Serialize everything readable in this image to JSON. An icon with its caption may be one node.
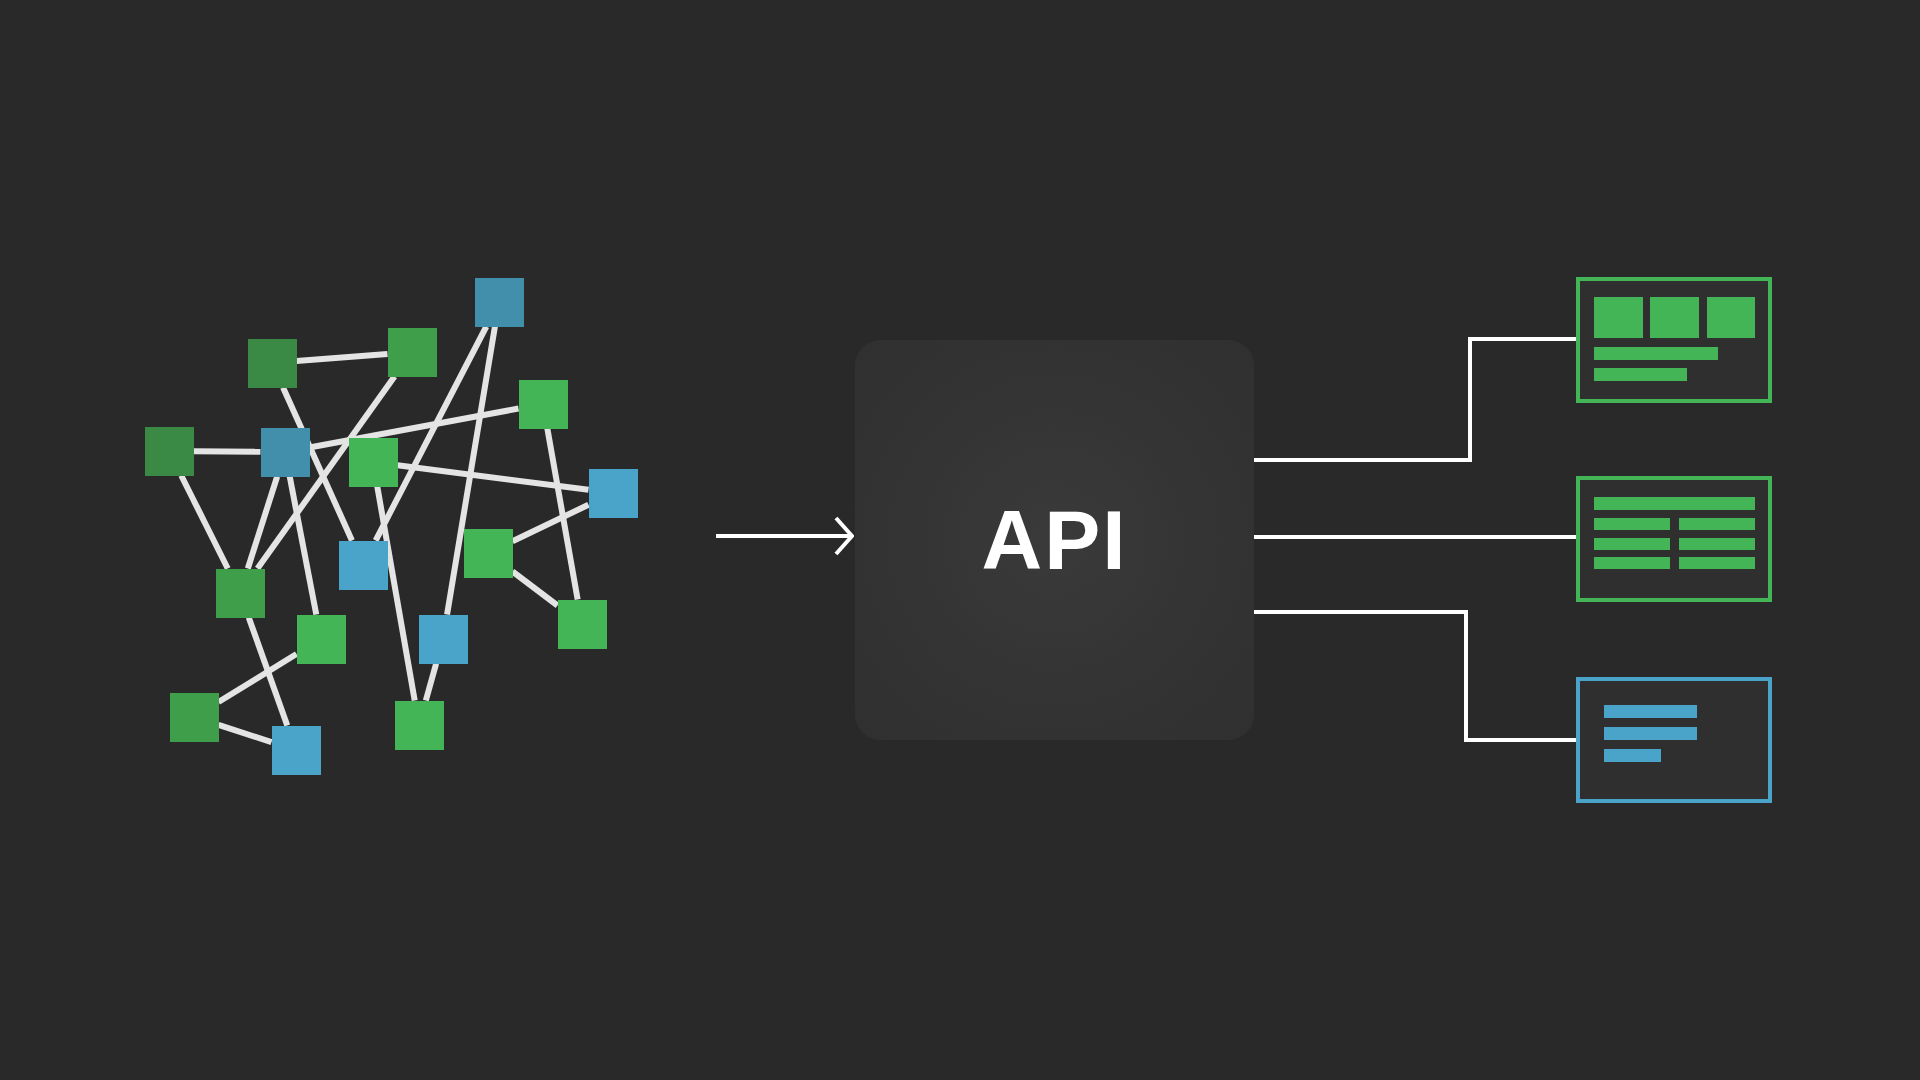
{
  "diagram": {
    "nodes": [
      {
        "text": [],
        "shape": "box"
      },
      {
        "text": [],
        "shape": "box"
      },
      {
        "text": [],
        "shape": "box"
      },
      {
        "text": [],
        "shape": "box"
      },
      {
        "text": [],
        "shape": "box"
      },
      {
        "text": [],
        "shape": "box"
      },
      {
        "text": [],
        "shape": "box"
      },
      {
        "text": [],
        "shape": "box"
      },
      {
        "text": [],
        "shape": "box"
      },
      {
        "text": [],
        "shape": "box"
      },
      {
        "text": [],
        "shape": "box"
      },
      {
        "text": [],
        "shape": "box"
      },
      {
        "text": [],
        "shape": "box"
      },
      {
        "text": [],
        "shape": "box"
      },
      {
        "text": [],
        "shape": "box"
      },
      {
        "text": [],
        "shape": "box"
      },
      {
        "text": [],
        "shape": "box"
      },
      {
        "text": [
          "API"
        ]
      },
      {
        "text": [],
        "shape": "picture"
      },
      {
        "text": [],
        "shape": "picture"
      },
      {
        "text": [],
        "shape": "picture"
      }
    ],
    "edges": [
      {
        "from": 2,
        "to": 1,
        "arrow": "none"
      },
      {
        "from": 2,
        "to": 9,
        "arrow": "none"
      },
      {
        "from": 4,
        "to": 5,
        "arrow": "none"
      },
      {
        "from": 5,
        "to": 3,
        "arrow": "none"
      },
      {
        "from": 1,
        "to": 10,
        "arrow": "none"
      },
      {
        "from": 0,
        "to": 9,
        "arrow": "none"
      },
      {
        "from": 0,
        "to": 13,
        "arrow": "none"
      },
      {
        "from": 13,
        "to": 15,
        "arrow": "none"
      },
      {
        "from": 3,
        "to": 11,
        "arrow": "none"
      },
      {
        "from": 6,
        "to": 7,
        "arrow": "none"
      },
      {
        "from": 7,
        "to": 8,
        "arrow": "none"
      },
      {
        "from": 8,
        "to": 11,
        "arrow": "none"
      },
      {
        "from": 4,
        "to": 10,
        "arrow": "none"
      },
      {
        "from": 5,
        "to": 10,
        "arrow": "none"
      },
      {
        "from": 5,
        "to": 12,
        "arrow": "none"
      },
      {
        "from": 6,
        "to": 15,
        "arrow": "none"
      },
      {
        "from": 10,
        "to": 16,
        "arrow": "none"
      },
      {
        "from": 12,
        "to": 14,
        "arrow": "none"
      },
      {
        "from": 14,
        "to": 16,
        "arrow": "none"
      },
      {
        "from": null,
        "to": 17,
        "arrow": "to"
      },
      {
        "from": 17,
        "to": 18,
        "arrow": "none"
      },
      {
        "from": 17,
        "to": 19,
        "arrow": "none"
      },
      {
        "from": 17,
        "to": 20,
        "arrow": "none"
      }
    ]
  }
}
